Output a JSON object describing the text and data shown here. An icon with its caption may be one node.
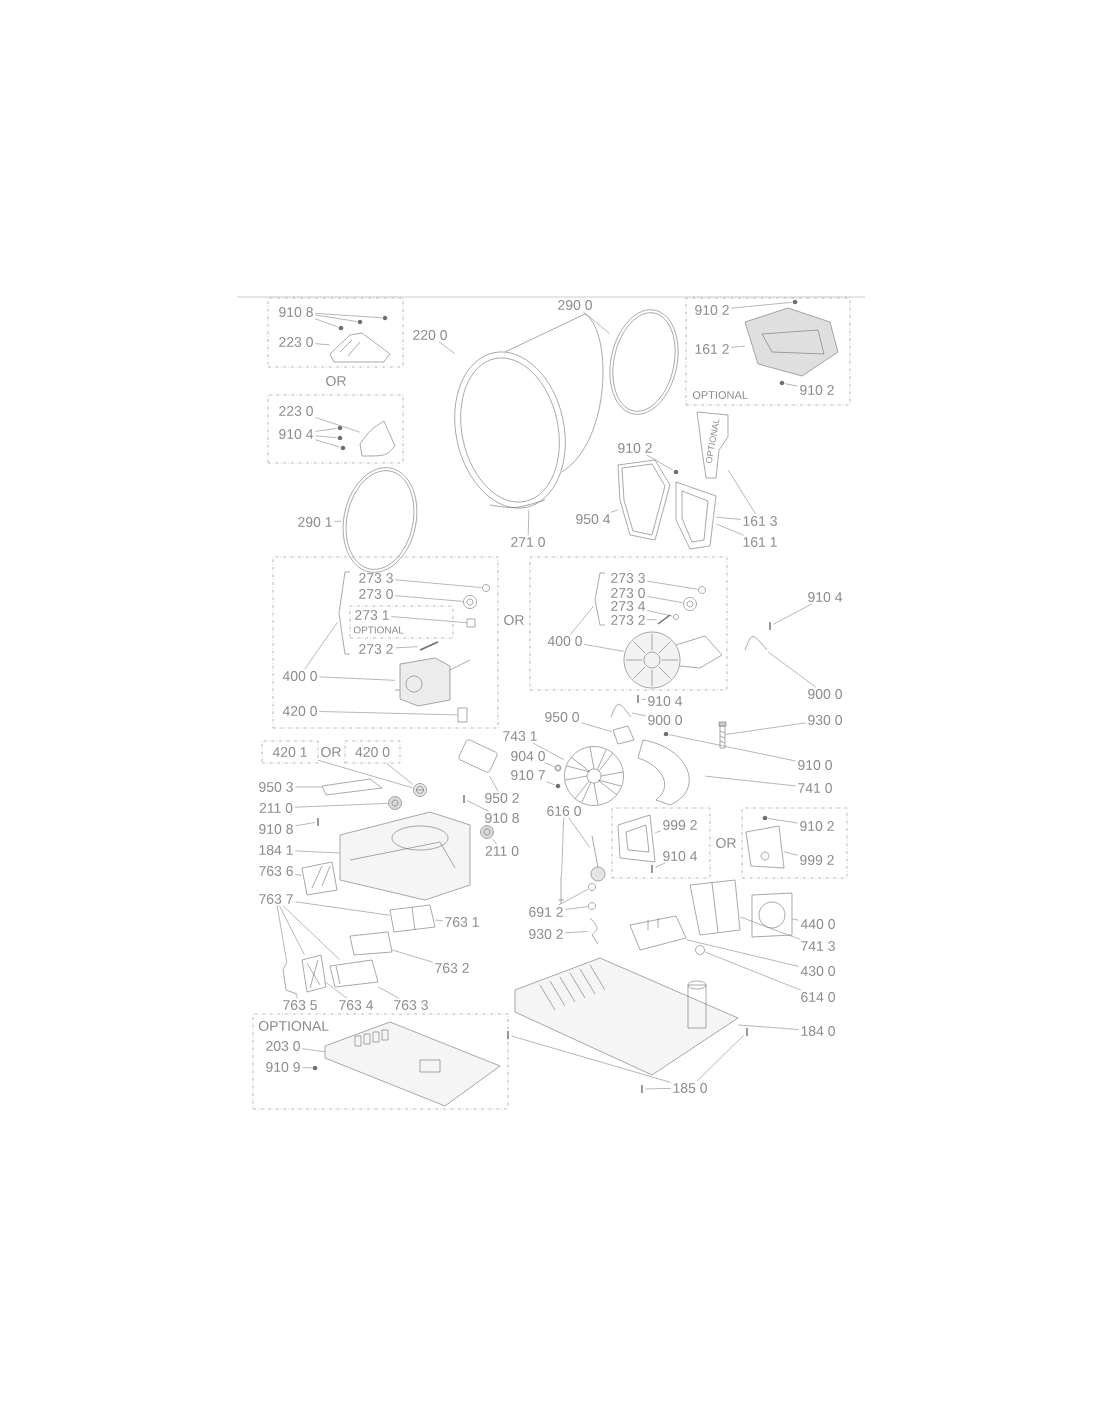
{
  "diagram": {
    "nodes": [
      {
        "text": [],
        "shape": "box"
      },
      {
        "text": [
          "910 8"
        ],
        "in": 0
      },
      {
        "text": [
          "223 0"
        ],
        "in": 0
      },
      {
        "text": [],
        "shape": "box"
      },
      {
        "text": [
          "223 0"
        ],
        "in": 3
      },
      {
        "text": [
          "910 4"
        ],
        "in": 3
      },
      {
        "text": [
          "290 0"
        ]
      },
      {
        "text": [
          "220 0"
        ]
      },
      {
        "text": [
          "OPTIONAL"
        ]
      },
      {
        "text": [
          "910 2"
        ],
        "in": 8
      },
      {
        "text": [
          "161 2"
        ],
        "in": 8
      },
      {
        "text": [
          "910 2"
        ],
        "in": 8
      },
      {
        "text": [
          "910 2"
        ]
      },
      {
        "text": [
          "161 3"
        ]
      },
      {
        "text": [
          "950 4"
        ]
      },
      {
        "text": [
          "161 1"
        ]
      },
      {
        "text": [
          "290 1"
        ]
      },
      {
        "text": [
          "271 0"
        ]
      },
      {
        "text": [],
        "shape": "box"
      },
      {
        "text": [
          "273 3"
        ],
        "in": 18
      },
      {
        "text": [
          "273 0"
        ],
        "in": 18
      },
      {
        "text": [
          "OPTIONAL"
        ],
        "in": 18
      },
      {
        "text": [
          "273 1"
        ],
        "in": 21
      },
      {
        "text": [
          "273 2"
        ],
        "in": 18
      },
      {
        "text": [
          "400 0"
        ],
        "in": 18
      },
      {
        "text": [
          "420 0"
        ],
        "in": 18
      },
      {
        "text": [],
        "shape": "box"
      },
      {
        "text": [
          "273 3"
        ],
        "in": 26
      },
      {
        "text": [
          "273 0"
        ],
        "in": 26
      },
      {
        "text": [
          "273 4"
        ],
        "in": 26
      },
      {
        "text": [
          "273 2"
        ],
        "in": 26
      },
      {
        "text": [
          "400 0"
        ],
        "in": 26
      },
      {
        "text": [
          "910 4"
        ]
      },
      {
        "text": [
          "900 0"
        ]
      },
      {
        "text": [
          "910 4"
        ]
      },
      {
        "text": [
          "900 0"
        ]
      },
      {
        "text": [
          "950 0"
        ]
      },
      {
        "text": [
          "930 0"
        ]
      },
      {
        "text": [
          "743 1"
        ]
      },
      {
        "text": [
          "904 0"
        ]
      },
      {
        "text": [
          "910 7"
        ]
      },
      {
        "text": [
          "910 0"
        ]
      },
      {
        "text": [
          "741 0"
        ]
      },
      {
        "text": [
          "420 1"
        ]
      },
      {
        "text": [
          "420 0"
        ]
      },
      {
        "text": [
          "950 3"
        ]
      },
      {
        "text": [
          "211 0"
        ]
      },
      {
        "text": [
          "910 8"
        ]
      },
      {
        "text": [
          "184 1"
        ]
      },
      {
        "text": [
          "950 2"
        ]
      },
      {
        "text": [
          "910 8"
        ]
      },
      {
        "text": [
          "211 0"
        ]
      },
      {
        "text": [
          "763 6"
        ]
      },
      {
        "text": [
          "763 7"
        ]
      },
      {
        "text": [
          "763 1"
        ]
      },
      {
        "text": [
          "763 2"
        ]
      },
      {
        "text": [
          "763 5"
        ]
      },
      {
        "text": [
          "763 4"
        ]
      },
      {
        "text": [
          "763 3"
        ]
      },
      {
        "text": [
          "616 0"
        ]
      },
      {
        "text": [],
        "shape": "box"
      },
      {
        "text": [
          "999 2"
        ],
        "in": 60
      },
      {
        "text": [
          "910 4"
        ],
        "in": 60
      },
      {
        "text": [],
        "shape": "box"
      },
      {
        "text": [
          "910 2"
        ],
        "in": 63
      },
      {
        "text": [
          "999 2"
        ],
        "in": 63
      },
      {
        "text": [
          "691 2"
        ]
      },
      {
        "text": [
          "930 2"
        ]
      },
      {
        "text": [
          "440 0"
        ]
      },
      {
        "text": [
          "741 3"
        ]
      },
      {
        "text": [
          "430 0"
        ]
      },
      {
        "text": [
          "614 0"
        ]
      },
      {
        "text": [
          "184 0"
        ]
      },
      {
        "text": [
          "OPTIONAL"
        ]
      },
      {
        "text": [
          "203 0"
        ],
        "in": 73
      },
      {
        "text": [
          "910 9"
        ],
        "in": 73
      },
      {
        "text": [
          "185 0"
        ]
      },
      {
        "text": [],
        "shape": "picture",
        "in": 0
      },
      {
        "text": [],
        "shape": "picture",
        "in": 0
      },
      {
        "text": [],
        "shape": "picture",
        "in": 0
      },
      {
        "text": [],
        "shape": "picture",
        "in": 0
      },
      {
        "text": [],
        "shape": "picture",
        "in": 3
      },
      {
        "text": [],
        "shape": "picture",
        "in": 3
      },
      {
        "text": [],
        "shape": "picture",
        "in": 3
      },
      {
        "text": [],
        "shape": "picture",
        "in": 3
      },
      {
        "text": [],
        "shape": "picture"
      },
      {
        "text": [],
        "shape": "picture"
      },
      {
        "text": [],
        "shape": "picture",
        "in": 8
      },
      {
        "text": [],
        "shape": "picture",
        "in": 8
      },
      {
        "text": [],
        "shape": "picture",
        "in": 8
      },
      {
        "text": [],
        "shape": "picture"
      },
      {
        "text": [],
        "shape": "picture"
      },
      {
        "text": [],
        "shape": "picture"
      },
      {
        "text": [
          "OPTIONAL"
        ]
      },
      {
        "text": [],
        "shape": "picture"
      },
      {
        "text": [],
        "shape": "picture",
        "in": 18
      },
      {
        "text": [],
        "shape": "picture",
        "in": 18
      },
      {
        "text": [],
        "shape": "box",
        "in": 18
      },
      {
        "text": [],
        "shape": "picture",
        "in": 18
      },
      {
        "text": [],
        "shape": "picture",
        "in": 18
      },
      {
        "text": [],
        "shape": "box",
        "in": 18
      },
      {
        "text": [],
        "shape": "bracket",
        "in": 18
      },
      {
        "text": [],
        "shape": "picture",
        "in": 26
      },
      {
        "text": [],
        "shape": "picture",
        "in": 26
      },
      {
        "text": [],
        "shape": "picture",
        "in": 26
      },
      {
        "text": [],
        "shape": "picture",
        "in": 26
      },
      {
        "text": [],
        "shape": "picture",
        "in": 26
      },
      {
        "text": [],
        "shape": "bracket",
        "in": 26
      },
      {
        "text": [],
        "shape": "picture"
      },
      {
        "text": [],
        "shape": "picture"
      },
      {
        "text": [],
        "shape": "picture"
      },
      {
        "text": [],
        "shape": "picture"
      },
      {
        "text": [],
        "shape": "picture"
      },
      {
        "text": [],
        "shape": "picture"
      },
      {
        "text": [],
        "shape": "picture"
      },
      {
        "text": [],
        "shape": "picture"
      },
      {
        "text": [],
        "shape": "picture"
      },
      {
        "text": [],
        "shape": "picture"
      },
      {
        "text": [],
        "shape": "picture"
      },
      {
        "text": [],
        "shape": "picture"
      },
      {
        "text": [],
        "shape": "picture"
      },
      {
        "text": [],
        "shape": "picture"
      },
      {
        "text": [],
        "shape": "picture"
      },
      {
        "text": [],
        "shape": "picture"
      },
      {
        "text": [],
        "shape": "picture"
      },
      {
        "text": [],
        "shape": "picture"
      },
      {
        "text": [],
        "shape": "picture"
      },
      {
        "text": [],
        "shape": "picture"
      },
      {
        "text": [],
        "shape": "picture"
      },
      {
        "text": [],
        "shape": "picture"
      },
      {
        "text": [],
        "shape": "picture"
      },
      {
        "text": [],
        "shape": "picture"
      },
      {
        "text": [],
        "shape": "picture"
      },
      {
        "text": [],
        "shape": "picture"
      },
      {
        "text": [],
        "shape": "picture"
      },
      {
        "text": [],
        "shape": "picture"
      },
      {
        "text": [],
        "shape": "picture"
      },
      {
        "text": [],
        "shape": "picture"
      },
      {
        "text": [],
        "shape": "picture",
        "in": 60
      },
      {
        "text": [],
        "shape": "picture",
        "in": 60
      },
      {
        "text": [],
        "shape": "picture",
        "in": 63
      },
      {
        "text": [],
        "shape": "picture",
        "in": 63
      },
      {
        "text": [],
        "shape": "picture"
      },
      {
        "text": [],
        "shape": "picture"
      },
      {
        "text": [],
        "shape": "picture"
      },
      {
        "text": [],
        "shape": "picture"
      },
      {
        "text": [],
        "shape": "picture"
      },
      {
        "text": [],
        "shape": "picture"
      },
      {
        "text": [],
        "shape": "picture"
      },
      {
        "text": [],
        "shape": "picture"
      },
      {
        "text": [],
        "shape": "picture",
        "in": 73
      },
      {
        "text": [],
        "shape": "picture",
        "in": 73
      }
    ],
    "edges": [
      {
        "from": 1,
        "to": 77,
        "arrow": "none"
      },
      {
        "from": 1,
        "to": 78,
        "arrow": "none"
      },
      {
        "from": 1,
        "to": 79,
        "arrow": "none"
      },
      {
        "from": 2,
        "to": 80,
        "arrow": "none"
      },
      {
        "from": 4,
        "to": 81,
        "arrow": "none"
      },
      {
        "from": 5,
        "to": 82,
        "arrow": "none"
      },
      {
        "from": 5,
        "to": 83,
        "arrow": "none"
      },
      {
        "from": 5,
        "to": 84,
        "arrow": "none"
      },
      {
        "from": 6,
        "to": 85,
        "arrow": "none"
      },
      {
        "from": 7,
        "to": 86,
        "arrow": "none"
      },
      {
        "from": 9,
        "to": 88,
        "arrow": "none"
      },
      {
        "from": 10,
        "to": 87,
        "arrow": "none"
      },
      {
        "from": 11,
        "to": 89,
        "arrow": "none"
      },
      {
        "from": 12,
        "to": 92,
        "arrow": "none"
      },
      {
        "from": 13,
        "to": 93,
        "arrow": "none"
      },
      {
        "from": 13,
        "to": 91,
        "arrow": "none"
      },
      {
        "from": 14,
        "to": 90,
        "arrow": "none"
      },
      {
        "from": 15,
        "to": 91,
        "arrow": "none"
      },
      {
        "from": 16,
        "to": 94,
        "arrow": "none"
      },
      {
        "from": 17,
        "to": 86,
        "arrow": "none"
      },
      {
        "from": 19,
        "to": 95,
        "arrow": "none"
      },
      {
        "from": 20,
        "to": 96,
        "arrow": "none"
      },
      {
        "from": 22,
        "to": 97,
        "arrow": "none"
      },
      {
        "from": 23,
        "to": 98,
        "arrow": "none"
      },
      {
        "from": 24,
        "to": 99,
        "arrow": "none"
      },
      {
        "from": 25,
        "to": 100,
        "arrow": "none"
      },
      {
        "from": 27,
        "to": 102,
        "arrow": "none"
      },
      {
        "from": 28,
        "to": 103,
        "arrow": "none"
      },
      {
        "from": 29,
        "to": 104,
        "arrow": "none"
      },
      {
        "from": 30,
        "to": 105,
        "arrow": "none"
      },
      {
        "from": 31,
        "to": 106,
        "arrow": "none"
      },
      {
        "from": 32,
        "to": 108,
        "arrow": "none"
      },
      {
        "from": 33,
        "to": 109,
        "arrow": "none"
      },
      {
        "from": 34,
        "to": 110,
        "arrow": "none"
      },
      {
        "from": 35,
        "to": 111,
        "arrow": "none"
      },
      {
        "from": 36,
        "to": 112,
        "arrow": "none"
      },
      {
        "from": 37,
        "to": 113,
        "arrow": "none"
      },
      {
        "from": 38,
        "to": 114,
        "arrow": "none"
      },
      {
        "from": 39,
        "to": 115,
        "arrow": "none"
      },
      {
        "from": 40,
        "to": 116,
        "arrow": "none"
      },
      {
        "from": 41,
        "to": 117,
        "arrow": "none"
      },
      {
        "from": 42,
        "to": 118,
        "arrow": "none"
      },
      {
        "from": 43,
        "to": 119,
        "arrow": "none"
      },
      {
        "from": 44,
        "to": 119,
        "arrow": "none"
      },
      {
        "from": 45,
        "to": 120,
        "arrow": "none"
      },
      {
        "from": 46,
        "to": 121,
        "arrow": "none"
      },
      {
        "from": 47,
        "to": 122,
        "arrow": "none"
      },
      {
        "from": 48,
        "to": 123,
        "arrow": "none"
      },
      {
        "from": 49,
        "to": 124,
        "arrow": "none"
      },
      {
        "from": 50,
        "to": 125,
        "arrow": "none"
      },
      {
        "from": 51,
        "to": 126,
        "arrow": "none"
      },
      {
        "from": 52,
        "to": 127,
        "arrow": "none"
      },
      {
        "from": 53,
        "to": 132,
        "arrow": "none"
      },
      {
        "from": 53,
        "to": 131,
        "arrow": "none"
      },
      {
        "from": 53,
        "to": 130,
        "arrow": "none"
      },
      {
        "from": 53,
        "to": 128,
        "arrow": "none"
      },
      {
        "from": 54,
        "to": 128,
        "arrow": "none"
      },
      {
        "from": 55,
        "to": 129,
        "arrow": "none"
      },
      {
        "from": 56,
        "to": 132,
        "arrow": "none"
      },
      {
        "from": 57,
        "to": 131,
        "arrow": "none"
      },
      {
        "from": 58,
        "to": 130,
        "arrow": "none"
      },
      {
        "from": 59,
        "to": 133,
        "arrow": "none"
      },
      {
        "from": 59,
        "to": 134,
        "arrow": "none"
      },
      {
        "from": 61,
        "to": 138,
        "arrow": "none"
      },
      {
        "from": 62,
        "to": 139,
        "arrow": "none"
      },
      {
        "from": 64,
        "to": 140,
        "arrow": "none"
      },
      {
        "from": 65,
        "to": 141,
        "arrow": "none"
      },
      {
        "from": 66,
        "to": 135,
        "arrow": "none"
      },
      {
        "from": 66,
        "to": 136,
        "arrow": "none"
      },
      {
        "from": 67,
        "to": 137,
        "arrow": "none"
      },
      {
        "from": 68,
        "to": 142,
        "arrow": "none"
      },
      {
        "from": 69,
        "to": 143,
        "arrow": "none"
      },
      {
        "from": 70,
        "to": 144,
        "arrow": "none"
      },
      {
        "from": 71,
        "to": 145,
        "arrow": "none"
      },
      {
        "from": 72,
        "to": 146,
        "arrow": "none"
      },
      {
        "from": 74,
        "to": 150,
        "arrow": "none"
      },
      {
        "from": 75,
        "to": 151,
        "arrow": "none"
      },
      {
        "from": 76,
        "to": 147,
        "arrow": "none"
      },
      {
        "from": 76,
        "to": 148,
        "arrow": "none"
      },
      {
        "from": 76,
        "to": 149,
        "arrow": "none"
      },
      {
        "from": 24,
        "to": 101,
        "arrow": "none"
      },
      {
        "from": 31,
        "to": 107,
        "arrow": "none"
      }
    ],
    "labels": [
      "OR",
      "OR",
      "OR",
      "OR"
    ]
  }
}
